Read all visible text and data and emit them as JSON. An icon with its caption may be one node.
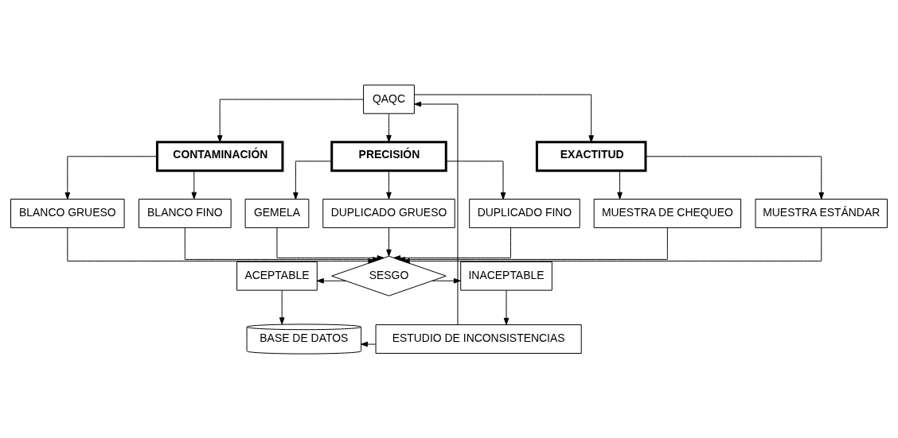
{
  "diagram": {
    "nodes": [
      {
        "text": [
          "QAQC"
        ]
      },
      {
        "text": [
          "CONTAMINACIÓN"
        ]
      },
      {
        "text": [
          "PRECISIÓN"
        ]
      },
      {
        "text": [
          "EXACTITUD"
        ]
      },
      {
        "text": [
          "BLANCO GRUESO"
        ]
      },
      {
        "text": [
          "BLANCO FINO"
        ]
      },
      {
        "text": [
          "GEMELA"
        ]
      },
      {
        "text": [
          "DUPLICADO GRUESO"
        ]
      },
      {
        "text": [
          "DUPLICADO FINO"
        ]
      },
      {
        "text": [
          "MUESTRA DE CHEQUEO"
        ]
      },
      {
        "text": [
          "MUESTRA ESTÁNDAR"
        ]
      },
      {
        "text": [
          "SESGO"
        ]
      },
      {
        "text": [
          "ACEPTABLE"
        ]
      },
      {
        "text": [
          "INACEPTABLE"
        ]
      },
      {
        "text": [
          "BASE DE DATOS"
        ]
      },
      {
        "text": [
          "ESTUDIO DE INCONSISTENCIAS"
        ]
      }
    ],
    "edges": [
      {
        "from": 0,
        "to": 1,
        "arrow": "to"
      },
      {
        "from": 0,
        "to": 2,
        "arrow": "to"
      },
      {
        "from": 0,
        "to": 3,
        "arrow": "to"
      },
      {
        "from": 1,
        "to": 4,
        "arrow": "to"
      },
      {
        "from": 1,
        "to": 5,
        "arrow": "to"
      },
      {
        "from": 2,
        "to": 6,
        "arrow": "to"
      },
      {
        "from": 2,
        "to": 7,
        "arrow": "to"
      },
      {
        "from": 2,
        "to": 8,
        "arrow": "to"
      },
      {
        "from": 3,
        "to": 9,
        "arrow": "to"
      },
      {
        "from": 3,
        "to": 10,
        "arrow": "to"
      },
      {
        "from": 4,
        "to": 11,
        "arrow": "to"
      },
      {
        "from": 5,
        "to": 11,
        "arrow": "to"
      },
      {
        "from": 6,
        "to": 11,
        "arrow": "to"
      },
      {
        "from": 7,
        "to": 11,
        "arrow": "to"
      },
      {
        "from": 8,
        "to": 11,
        "arrow": "to"
      },
      {
        "from": 9,
        "to": 11,
        "arrow": "to"
      },
      {
        "from": 10,
        "to": 11,
        "arrow": "to"
      },
      {
        "from": 11,
        "to": 12,
        "arrow": "to"
      },
      {
        "from": 11,
        "to": 13,
        "arrow": "to"
      },
      {
        "from": 12,
        "to": 14,
        "arrow": "to"
      },
      {
        "from": 13,
        "to": 15,
        "arrow": "to"
      },
      {
        "from": 15,
        "to": 14,
        "arrow": "to"
      },
      {
        "from": 15,
        "to": 0,
        "arrow": "to"
      }
    ]
  }
}
